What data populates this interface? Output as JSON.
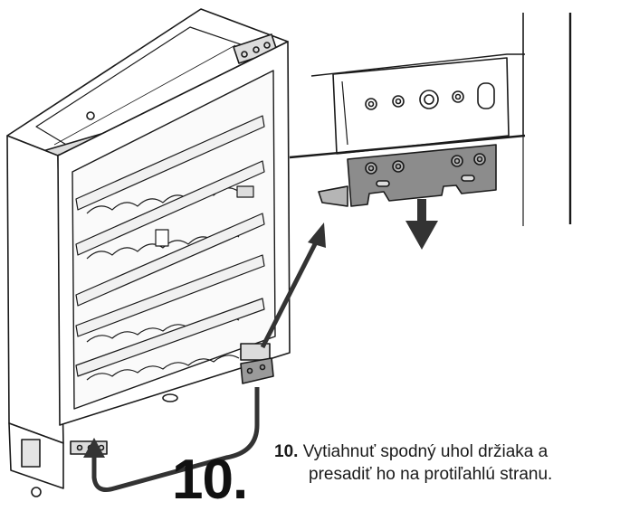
{
  "figure": {
    "step_number": "10.",
    "instruction": {
      "number": "10.",
      "line1": "Vytiahnuť spodný uhol držiaka a",
      "line2": "presadiť ho na protiľahlú stranu."
    }
  },
  "colors": {
    "line": "#1a1a1a",
    "bracket_fill": "#8c8c8c",
    "bracket_light": "#b5b5b5",
    "arrow": "#333333"
  },
  "icons": {
    "removal_arrow": "down-arrow-icon",
    "transfer_arrow": "curved-arrow-icon",
    "pointer_arrow": "diagonal-arrow-icon"
  }
}
